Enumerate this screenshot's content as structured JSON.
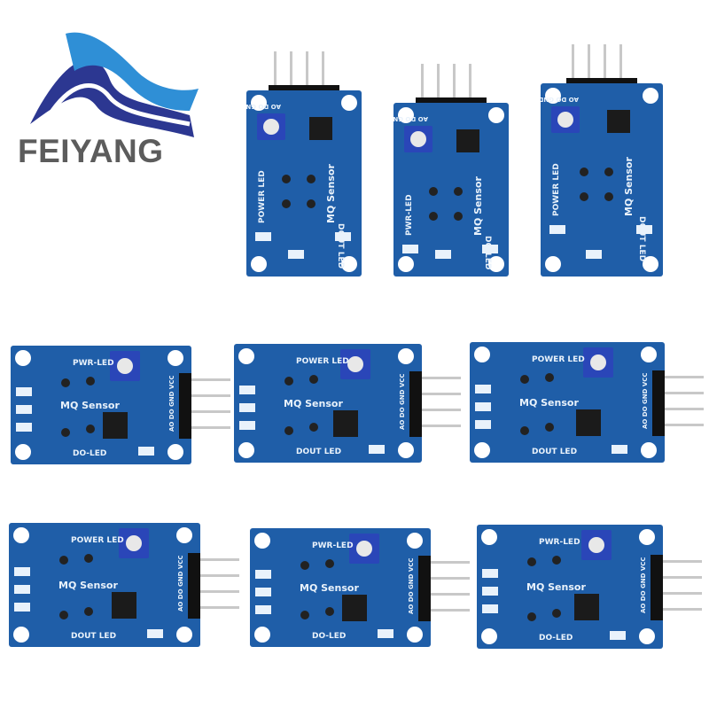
{
  "brand": {
    "name": "FEIYANG",
    "colors": {
      "text": "#5c5c5c",
      "wave_dark": "#2c3791",
      "wave_light": "#2f8fd6"
    }
  },
  "colors": {
    "pcb": "#1f5ea8",
    "pcb_dark": "#164a88",
    "hole": "#ffffff",
    "pot": "#2a46b8",
    "chip": "#1b1b1b",
    "pin": "#c8c8c8",
    "header": "#111111"
  },
  "silkscreen": {
    "mq_sensor": "MQ Sensor",
    "power_led": "POWER LED",
    "pwr_led": "PWR-LED",
    "dout_led": "DOUT LED",
    "do_led": "DO-LED",
    "pin_labels": "AO DO GND VCC"
  },
  "boards": [
    {
      "id": "top-1",
      "orientation": "vertical",
      "led_top": "power_led",
      "led_bottom": "dout_led"
    },
    {
      "id": "top-2",
      "orientation": "vertical",
      "led_top": "pwr_led",
      "led_bottom": "do_led"
    },
    {
      "id": "top-3",
      "orientation": "vertical",
      "led_top": "power_led",
      "led_bottom": "dout_led"
    },
    {
      "id": "mid-1",
      "orientation": "horizontal",
      "led_top": "pwr_led",
      "led_bottom": "do_led"
    },
    {
      "id": "mid-2",
      "orientation": "horizontal",
      "led_top": "power_led",
      "led_bottom": "dout_led"
    },
    {
      "id": "mid-3",
      "orientation": "horizontal",
      "led_top": "power_led",
      "led_bottom": "dout_led"
    },
    {
      "id": "bot-1",
      "orientation": "horizontal",
      "led_top": "power_led",
      "led_bottom": "dout_led"
    },
    {
      "id": "bot-2",
      "orientation": "horizontal",
      "led_top": "pwr_led",
      "led_bottom": "do_led"
    },
    {
      "id": "bot-3",
      "orientation": "horizontal",
      "led_top": "pwr_led",
      "led_bottom": "do_led"
    }
  ]
}
